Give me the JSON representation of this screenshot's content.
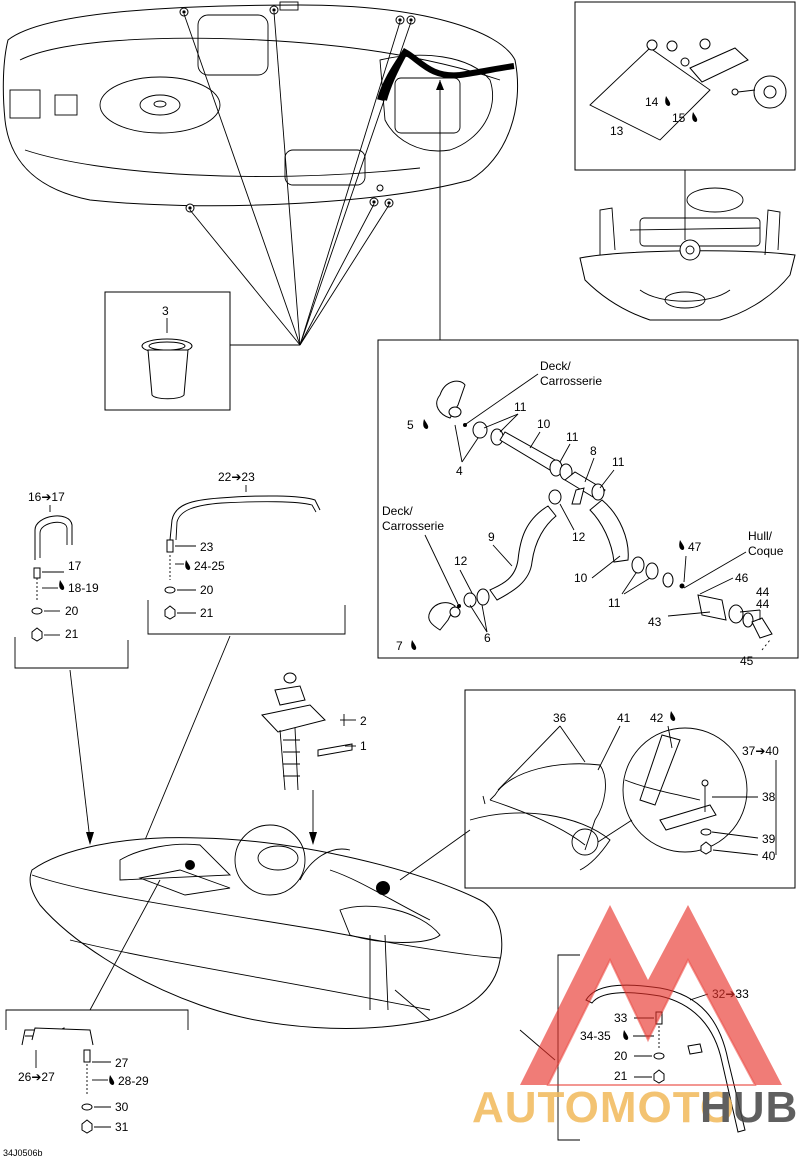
{
  "diagram_code": "34J0506b",
  "watermark": {
    "brand_part1": "AUTOMOTO",
    "brand_part2": "HUB",
    "color_primary": "#e8322a",
    "color_secondary": "#f2b95a",
    "color_dark": "#444444"
  },
  "callouts": {
    "c1": "1",
    "c2": "2",
    "c3": "3",
    "c4": "4",
    "c5": "5",
    "c6": "6",
    "c7": "7",
    "c8": "8",
    "c9": "9",
    "c10": "10",
    "c10b": "10",
    "c11a": "11",
    "c11b": "11",
    "c11c": "11",
    "c11d": "11",
    "c12a": "12",
    "c12b": "12",
    "c13": "13",
    "c14": "14",
    "c15": "15",
    "c16_17": "16➔17",
    "c17": "17",
    "c18_19": "18-19",
    "c20a": "20",
    "c21a": "21",
    "c22_23": "22➔23",
    "c23": "23",
    "c24_25": "24-25",
    "c20b": "20",
    "c21b": "21",
    "c26_27": "26➔27",
    "c27": "27",
    "c28_29": "28-29",
    "c30": "30",
    "c31": "31",
    "c32_33": "32➔33",
    "c33": "33",
    "c34_35": "34-35",
    "c20c": "20",
    "c21c": "21",
    "c36": "36",
    "c37_40": "37➔40",
    "c38": "38",
    "c39": "39",
    "c40": "40",
    "c41": "41",
    "c42": "42",
    "c43": "43",
    "c44a": "44",
    "c44b": "44",
    "c45": "45",
    "c46": "46",
    "c47": "47"
  },
  "annotations": {
    "deck_top_1": "Deck/",
    "deck_top_2": "Carrosserie",
    "deck_left_1": "Deck/",
    "deck_left_2": "Carrosserie",
    "hull_1": "Hull/",
    "hull_2": "Coque"
  }
}
